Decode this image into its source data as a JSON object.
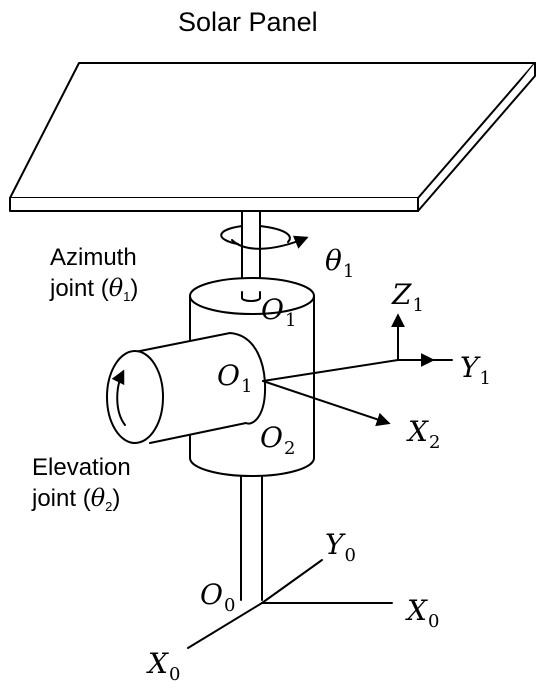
{
  "title": "Solar Panel",
  "joints": {
    "azimuth": {
      "name": "Azimuth",
      "text": "joint",
      "symbol": "θ",
      "sub": "1"
    },
    "elevation": {
      "name": "Elevation",
      "text": "joint",
      "symbol": "θ",
      "sub": "2"
    }
  },
  "rotation_label": {
    "symbol": "θ",
    "sub": "1"
  },
  "points": {
    "o1_top": {
      "base": "O",
      "sub": "1"
    },
    "o1_mid": {
      "base": "O",
      "sub": "1"
    },
    "o2": {
      "base": "O",
      "sub": "2"
    },
    "o0": {
      "base": "O",
      "sub": "0"
    }
  },
  "axes": {
    "z1": {
      "base": "Z",
      "sub": "1"
    },
    "y1": {
      "base": "Y",
      "sub": "1"
    },
    "x2": {
      "base": "X",
      "sub": "2"
    },
    "y0": {
      "base": "Y",
      "sub": "0"
    },
    "x0_right": {
      "base": "X",
      "sub": "0"
    },
    "x0_left": {
      "base": "X",
      "sub": "0"
    }
  }
}
